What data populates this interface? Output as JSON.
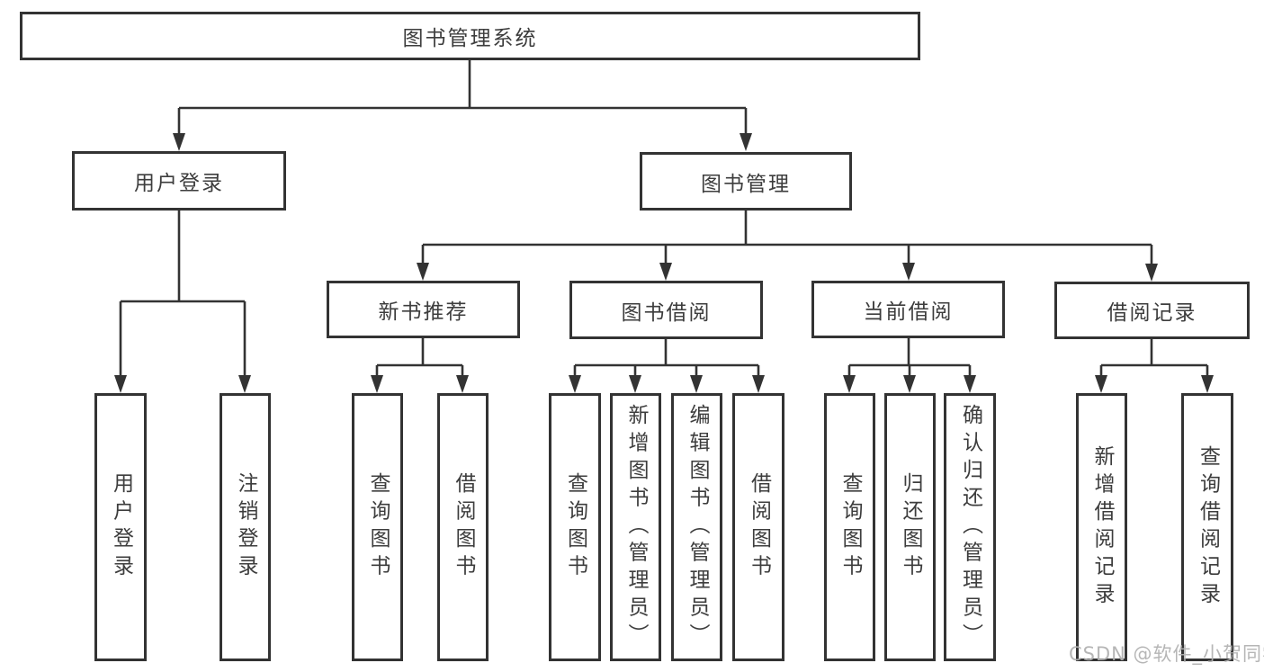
{
  "colors": {
    "line": "#333333",
    "text": "#3d3d3d",
    "watermark": "#b0b0b0",
    "background": "#ffffff"
  },
  "watermark": "CSDN @软件_小贺同学",
  "tree": {
    "root": {
      "label": "图书管理系统"
    },
    "children": [
      {
        "label": "用户登录",
        "children": [
          {
            "label": "用户登录"
          },
          {
            "label": "注销登录"
          }
        ]
      },
      {
        "label": "图书管理",
        "children": [
          {
            "label": "新书推荐",
            "children": [
              {
                "label": "查询图书"
              },
              {
                "label": "借阅图书"
              }
            ]
          },
          {
            "label": "图书借阅",
            "children": [
              {
                "label": "查询图书"
              },
              {
                "label": "新增图书（管理员）"
              },
              {
                "label": "编辑图书（管理员）"
              },
              {
                "label": "借阅图书"
              }
            ]
          },
          {
            "label": "当前借阅",
            "children": [
              {
                "label": "查询图书"
              },
              {
                "label": "归还图书"
              },
              {
                "label": "确认归还（管理员）"
              }
            ]
          },
          {
            "label": "借阅记录",
            "children": [
              {
                "label": "新增借阅记录"
              },
              {
                "label": "查询借阅记录"
              }
            ]
          }
        ]
      }
    ]
  }
}
